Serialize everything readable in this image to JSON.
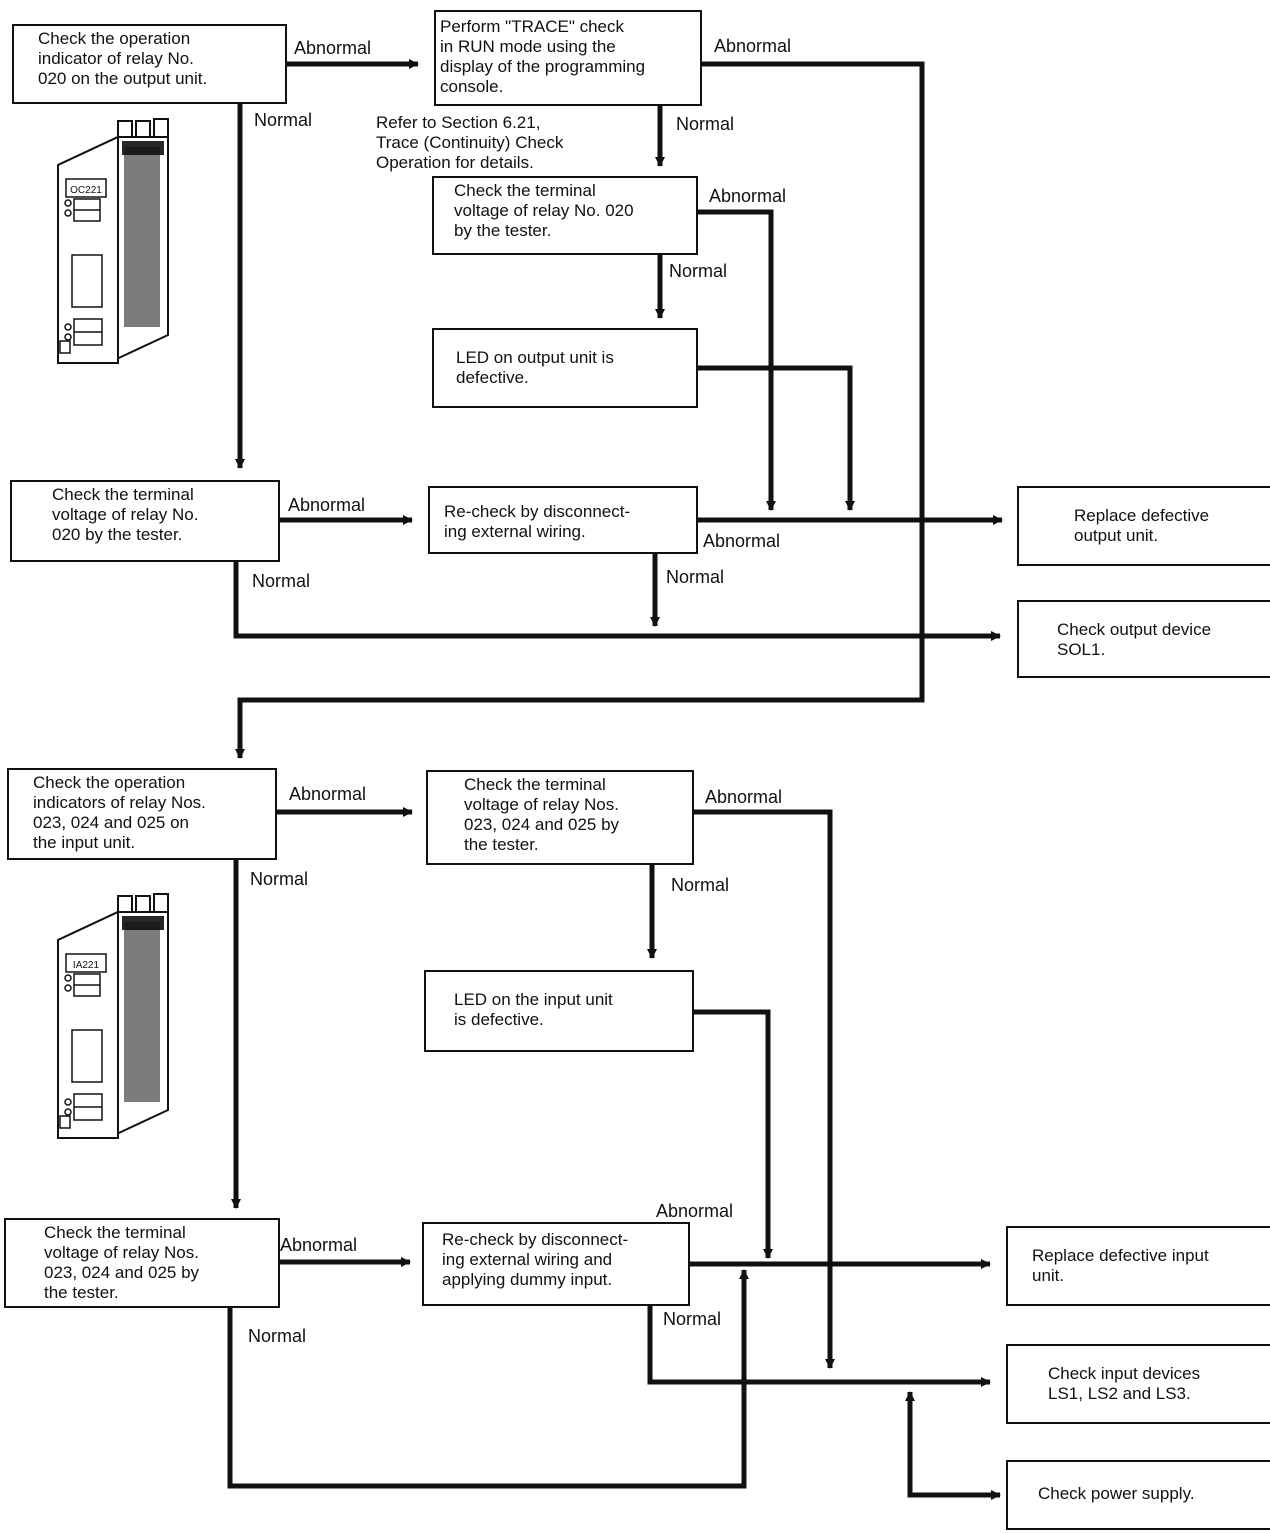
{
  "boxes": {
    "b1": "Check the operation\nindicator of relay No.\n020 on the output unit.",
    "b2": "Perform \"TRACE\" check\nin RUN mode using the\ndisplay of the programming\nconsole.",
    "b3": "Check the terminal\nvoltage of relay No. 020\nby the tester.",
    "b4": "LED on output unit is\ndefective.",
    "b5": "Check the terminal\nvoltage of relay No.\n020 by the tester.",
    "b6": "Re-check by disconnect-\ning external wiring.",
    "b7": "Replace defective\noutput unit.",
    "b8": "Check output device\nSOL1.",
    "b9": "Check the operation\nindicators of relay Nos.\n023, 024 and 025 on\nthe input unit.",
    "b10": "Check the terminal\nvoltage of relay Nos.\n023, 024 and 025 by\nthe tester.",
    "b11": "LED on the input unit\nis defective.",
    "b12": "Check the terminal\nvoltage of relay Nos.\n023, 024 and 025 by\nthe tester.",
    "b13": "Re-check by disconnect-\ning external wiring and\napplying dummy input.",
    "b14": "Replace defective input\nunit.",
    "b15": "Check input devices\nLS1, LS2 and LS3.",
    "b16": "Check power supply."
  },
  "note": "Refer to Section 6.21,\nTrace (Continuity) Check\nOperation for details.",
  "labels": {
    "abnormal": "Abnormal",
    "normal": "Normal"
  },
  "device_labels": {
    "output_unit": "OC221",
    "input_unit": "IA221"
  }
}
